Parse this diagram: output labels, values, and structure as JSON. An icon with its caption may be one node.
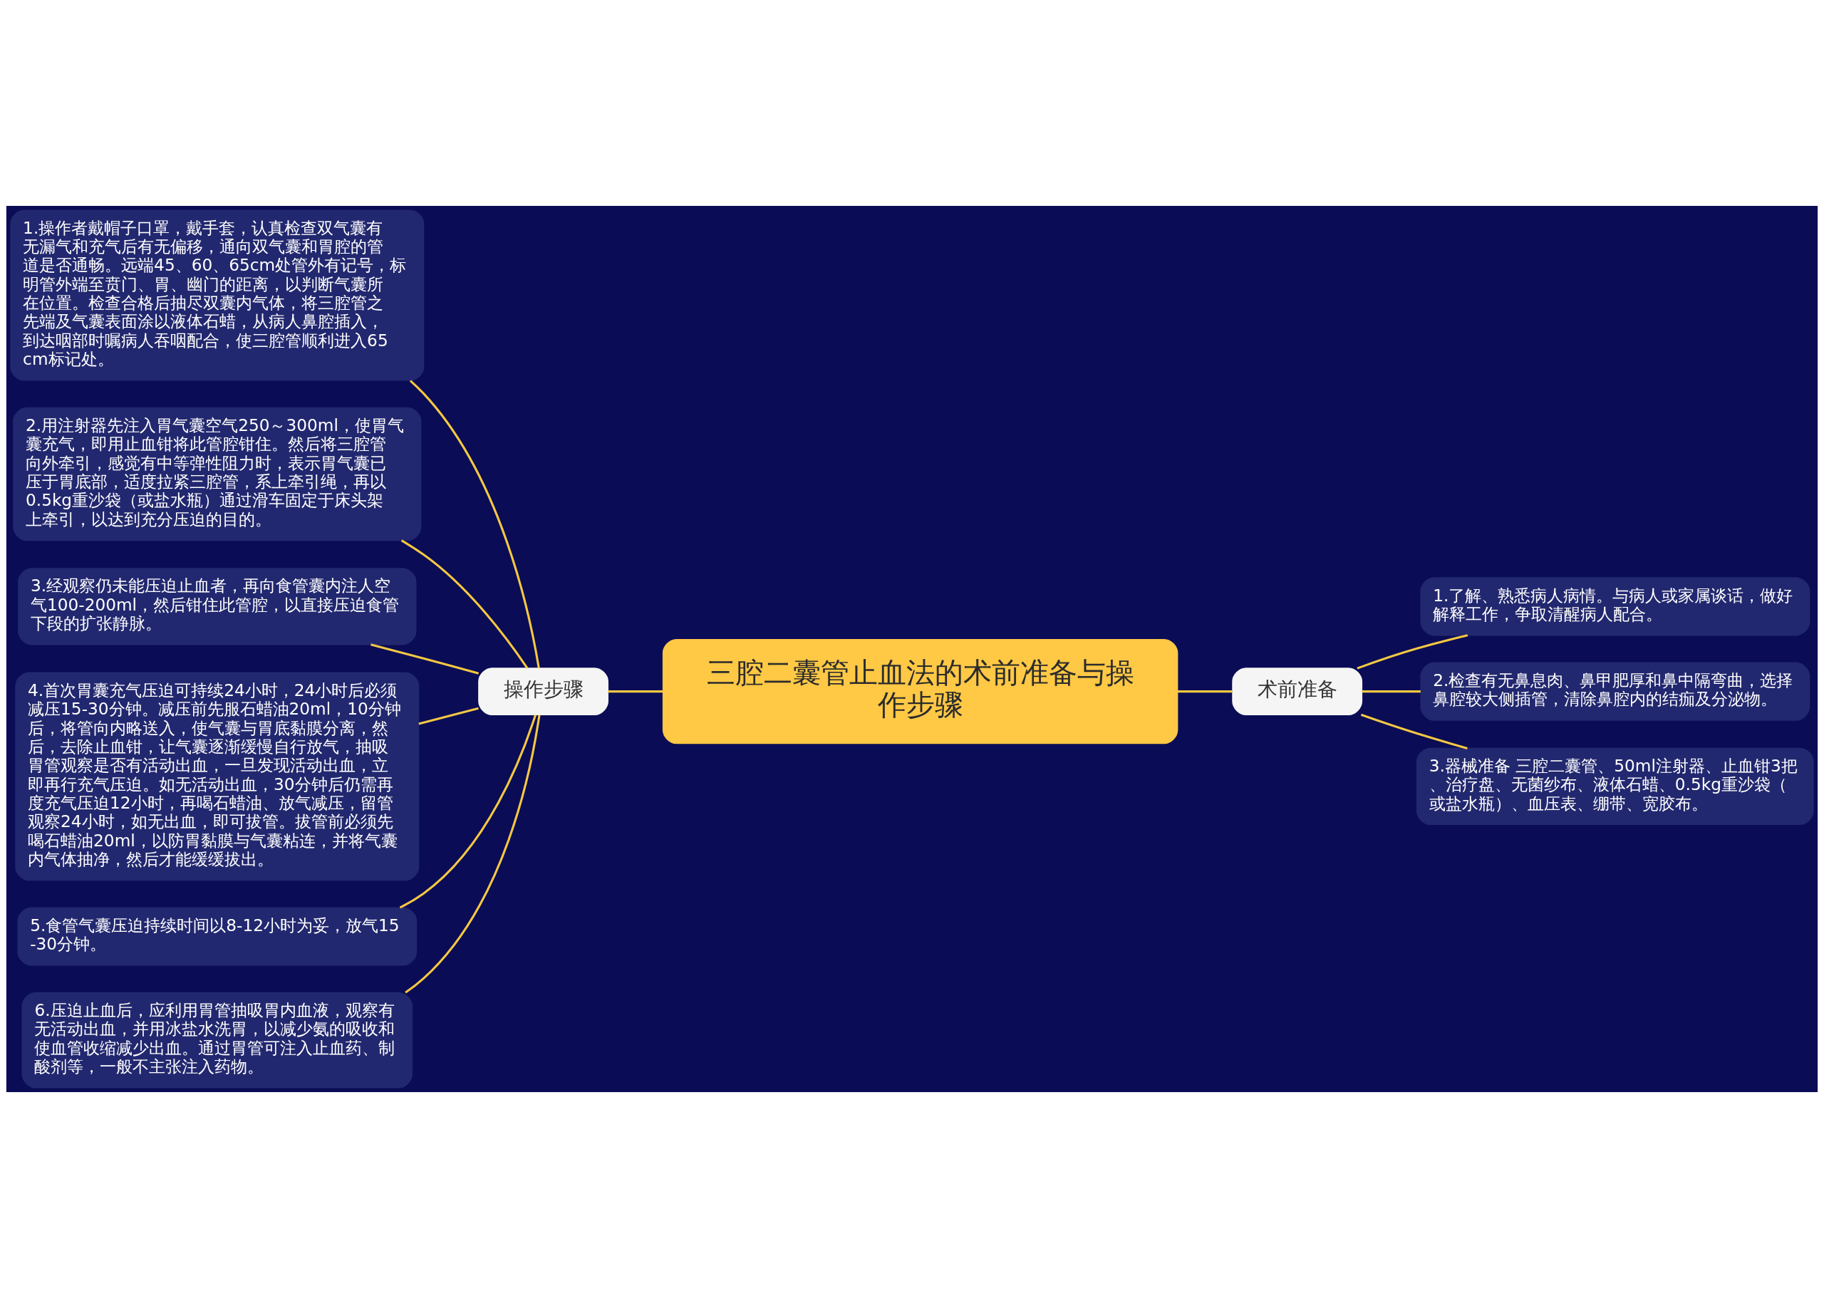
{
  "diagram": {
    "nodes": [
      {
        "text": [
          "三腔二囊管止血法的术前准备与操作步骤"
        ]
      },
      {
        "text": [
          "操作步骤"
        ]
      },
      {
        "text": [
          "1.操作者戴帽子口罩，戴手套，认真检查双气囊有无漏气和充气后有无偏移，通向双气囊和胃腔的管道是否通畅。远端45、60、65cm处管外有记号，标明管外端至贲门、胃、幽门的距离，以判断气囊所在位置。检查合格后抽尽双囊内气体，将三腔管之先端及气囊表面涂以液体石蜡，从病人鼻腔插入，到达咽部时嘱病人吞咽配合，使三腔管顺利进入65cm标记处。"
        ]
      },
      {
        "text": [
          "2.用注射器先注入胃气囊空气250～300ml，使胃气囊充气，即用止血钳将此管腔钳住。然后将三腔管向外牵引，感觉有中等弹性阻力时，表示胃气囊已压于胃底部，适度拉紧三腔管，系上牵引绳，再以0.5kg重沙袋（或盐水瓶）通过滑车固定于床头架上牵引，以达到充分压迫的目的。"
        ]
      },
      {
        "text": [
          "3.经观察仍未能压迫止血者，再向食管囊内注人空气100-200ml，然后钳住此管腔，以直接压迫食管下段的扩张静脉。"
        ]
      },
      {
        "text": [
          "4.首次胃囊充气压迫可持续24小时，24小时后必须减压15-30分钟。减压前先服石蜡油20ml，10分钟后，将管向内略送入，使气囊与胃底黏膜分离，然后，去除止血钳，让气囊逐渐缓慢自行放气，抽吸胃管观察是否有活动出血，一旦发现活动出血，立即再行充气压迫。如无活动出血，30分钟后仍需再度充气压迫12小时，再喝石蜡油、放气减压，留管观察24小时，如无出血，即可拔管。拔管前必须先喝石蜡油20ml，以防胃黏膜与气囊粘连，并将气囊内气体抽净，然后才能缓缓拔出。"
        ]
      },
      {
        "text": [
          "5.食管气囊压迫持续时间以8-12小时为妥，放气15-30分钟。"
        ]
      },
      {
        "text": [
          "6.压迫止血后，应利用胃管抽吸胃内血液，观察有无活动出血，并用冰盐水洗胃，以减少氨的吸收和使血管收缩减少出血。通过胃管可注入止血药、制酸剂等，一般不主张注入药物。"
        ]
      },
      {
        "text": [
          "术前准备"
        ]
      },
      {
        "text": [
          "1.了解、熟悉病人病情。与病人或家属谈话，做好解释工作，争取清醒病人配合。"
        ]
      },
      {
        "text": [
          "2.检查有无鼻息肉、鼻甲肥厚和鼻中隔弯曲，选择鼻腔较大侧插管，清除鼻腔内的结痂及分泌物。"
        ]
      },
      {
        "text": [
          "3.器械准备 三腔二囊管、50ml注射器、止血钳3把、治疗盘、无菌纱布、液体石蜡、0.5kg重沙袋（或盐水瓶）、血压表、绷带、宽胶布。"
        ]
      }
    ],
    "edges": [
      {
        "from": 2,
        "to": 1,
        "arrow": "none"
      },
      {
        "from": 3,
        "to": 1,
        "arrow": "none"
      },
      {
        "from": 4,
        "to": 1,
        "arrow": "none"
      },
      {
        "from": 5,
        "to": 1,
        "arrow": "none"
      },
      {
        "from": 6,
        "to": 1,
        "arrow": "none"
      },
      {
        "from": 7,
        "to": 1,
        "arrow": "none"
      },
      {
        "from": 1,
        "to": 0,
        "arrow": "none"
      },
      {
        "from": 0,
        "to": 8,
        "arrow": "none"
      },
      {
        "from": 8,
        "to": 9,
        "arrow": "none"
      },
      {
        "from": 8,
        "to": 10,
        "arrow": "none"
      },
      {
        "from": 8,
        "to": 11,
        "arrow": "none"
      }
    ]
  }
}
